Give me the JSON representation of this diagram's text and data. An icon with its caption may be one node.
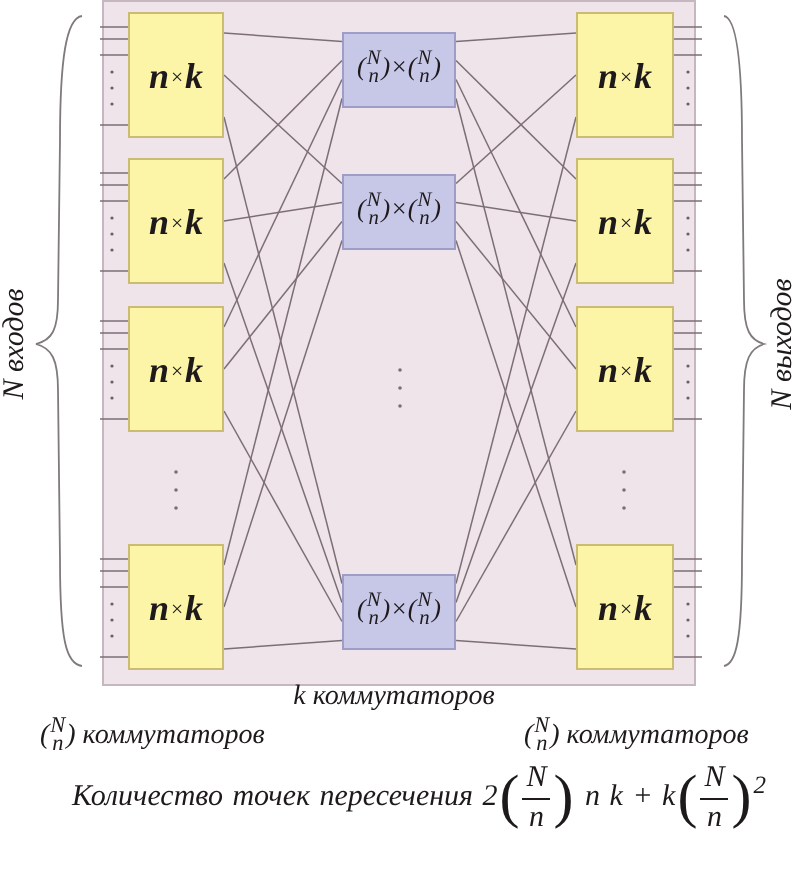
{
  "diagram": {
    "nodes": [
      {
        "text": [
          "**n**×**k**"
        ]
      },
      {
        "text": [
          "**n**×**k**"
        ]
      },
      {
        "text": [
          "**n**×**k**"
        ]
      },
      {
        "text": [
          "**n**×**k**"
        ]
      },
      {
        "text": [
          "($^{N}$$_{n}$)×($^{N}$$_{n}$)"
        ]
      },
      {
        "text": [
          "($^{N}$$_{n}$)×($^{N}$$_{n}$)"
        ]
      },
      {
        "text": [
          "($^{N}$$_{n}$)×($^{N}$$_{n}$)"
        ]
      },
      {
        "text": [
          "**n**×**k**"
        ]
      },
      {
        "text": [
          "**n**×**k**"
        ]
      },
      {
        "text": [
          "**n**×**k**"
        ]
      },
      {
        "text": [
          "**n**×**k**"
        ]
      }
    ],
    "edges": [
      {
        "from": null,
        "to": 0,
        "arrow": "none"
      },
      {
        "from": null,
        "to": 0,
        "arrow": "none"
      },
      {
        "from": null,
        "to": 0,
        "arrow": "none"
      },
      {
        "from": null,
        "to": 0,
        "arrow": "none"
      },
      {
        "from": null,
        "to": 1,
        "arrow": "none"
      },
      {
        "from": null,
        "to": 1,
        "arrow": "none"
      },
      {
        "from": null,
        "to": 1,
        "arrow": "none"
      },
      {
        "from": null,
        "to": 1,
        "arrow": "none"
      },
      {
        "from": null,
        "to": 2,
        "arrow": "none"
      },
      {
        "from": null,
        "to": 2,
        "arrow": "none"
      },
      {
        "from": null,
        "to": 2,
        "arrow": "none"
      },
      {
        "from": null,
        "to": 2,
        "arrow": "none"
      },
      {
        "from": null,
        "to": 3,
        "arrow": "none"
      },
      {
        "from": null,
        "to": 3,
        "arrow": "none"
      },
      {
        "from": null,
        "to": 3,
        "arrow": "none"
      },
      {
        "from": null,
        "to": 3,
        "arrow": "none"
      },
      {
        "from": 0,
        "to": 4,
        "arrow": "none"
      },
      {
        "from": 0,
        "to": 5,
        "arrow": "none"
      },
      {
        "from": 0,
        "to": 6,
        "arrow": "none"
      },
      {
        "from": 1,
        "to": 4,
        "arrow": "none"
      },
      {
        "from": 1,
        "to": 5,
        "arrow": "none"
      },
      {
        "from": 1,
        "to": 6,
        "arrow": "none"
      },
      {
        "from": 2,
        "to": 4,
        "arrow": "none"
      },
      {
        "from": 2,
        "to": 5,
        "arrow": "none"
      },
      {
        "from": 2,
        "to": 6,
        "arrow": "none"
      },
      {
        "from": 3,
        "to": 4,
        "arrow": "none"
      },
      {
        "from": 3,
        "to": 5,
        "arrow": "none"
      },
      {
        "from": 3,
        "to": 6,
        "arrow": "none"
      },
      {
        "from": 4,
        "to": 7,
        "arrow": "none"
      },
      {
        "from": 4,
        "to": 8,
        "arrow": "none"
      },
      {
        "from": 4,
        "to": 9,
        "arrow": "none"
      },
      {
        "from": 4,
        "to": 10,
        "arrow": "none"
      },
      {
        "from": 5,
        "to": 7,
        "arrow": "none"
      },
      {
        "from": 5,
        "to": 8,
        "arrow": "none"
      },
      {
        "from": 5,
        "to": 9,
        "arrow": "none"
      },
      {
        "from": 5,
        "to": 10,
        "arrow": "none"
      },
      {
        "from": 6,
        "to": 7,
        "arrow": "none"
      },
      {
        "from": 6,
        "to": 8,
        "arrow": "none"
      },
      {
        "from": 6,
        "to": 9,
        "arrow": "none"
      },
      {
        "from": 6,
        "to": 10,
        "arrow": "none"
      },
      {
        "from": 7,
        "to": null,
        "arrow": "none"
      },
      {
        "from": 7,
        "to": null,
        "arrow": "none"
      },
      {
        "from": 7,
        "to": null,
        "arrow": "none"
      },
      {
        "from": 7,
        "to": null,
        "arrow": "none"
      },
      {
        "from": 8,
        "to": null,
        "arrow": "none"
      },
      {
        "from": 8,
        "to": null,
        "arrow": "none"
      },
      {
        "from": 8,
        "to": null,
        "arrow": "none"
      },
      {
        "from": 8,
        "to": null,
        "arrow": "none"
      },
      {
        "from": 9,
        "to": null,
        "arrow": "none"
      },
      {
        "from": 9,
        "to": null,
        "arrow": "none"
      },
      {
        "from": 9,
        "to": null,
        "arrow": "none"
      },
      {
        "from": 9,
        "to": null,
        "arrow": "none"
      },
      {
        "from": 10,
        "to": null,
        "arrow": "none"
      },
      {
        "from": 10,
        "to": null,
        "arrow": "none"
      },
      {
        "from": 10,
        "to": null,
        "arrow": "none"
      },
      {
        "from": 10,
        "to": null,
        "arrow": "none"
      }
    ],
    "labels": [
      "N входов",
      "N выходов",
      "k коммутаторов",
      "($^{N}$$_{n}$) коммутаторов",
      "($^{N}$$_{n}$) коммутаторов",
      "Количество точек пересечения 2($^{N}$$_{n}$) n k + k($^{N}$$_{n}$)$^{2}$"
    ]
  }
}
